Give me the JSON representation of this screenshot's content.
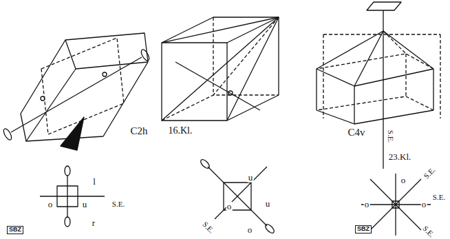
{
  "diagram": {
    "labels": [
      "C2h",
      "16.Kl.",
      "C4v",
      "23.Kl.",
      "S.E.",
      "l",
      "o",
      "u",
      "S.E.",
      "r",
      "u",
      "o",
      "u",
      "o",
      "S.E.",
      "o",
      "S.E.",
      "o",
      "o",
      "S.E.",
      "S.E.",
      "SBZ",
      "SBZ"
    ]
  }
}
